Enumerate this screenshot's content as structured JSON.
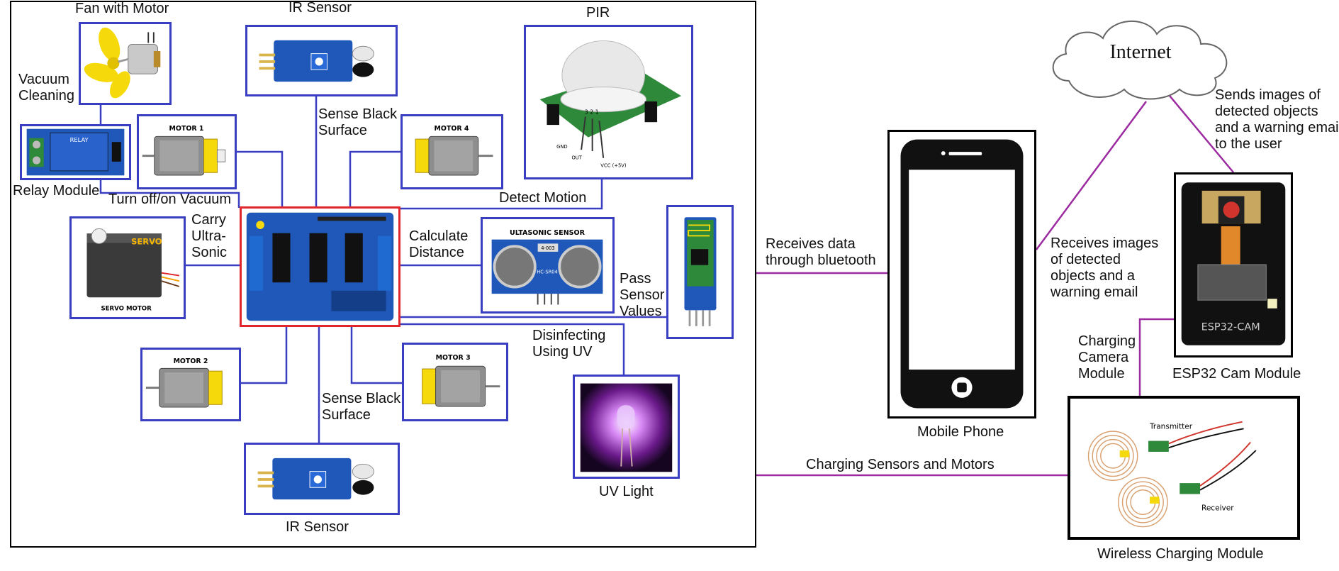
{
  "labels": {
    "fan_motor": "Fan with Motor",
    "vacuum_cleaning_1": "Vacuum",
    "vacuum_cleaning_2": "Cleaning",
    "relay_module": "Relay Module",
    "turn_vacuum": "Turn off/on Vacuum",
    "ir_top": "IR Sensor",
    "sense_black_top_1": "Sense Black",
    "sense_black_top_2": "Surface",
    "pir": "PIR",
    "detect_motion": "Detect Motion",
    "carry_1": "Carry",
    "carry_2": "Ultra-",
    "carry_3": "Sonic",
    "calc_1": "Calculate",
    "calc_2": "Distance",
    "pass_1": "Pass",
    "pass_2": "Sensor",
    "pass_3": "Values",
    "disinfect_1": "Disinfecting",
    "disinfect_2": "Using UV",
    "sense_black_bottom_1": "Sense Black",
    "sense_black_bottom_2": "Surface",
    "ir_bottom": "IR Sensor",
    "uv_light": "UV Light",
    "receives_bt_1": "Receives data",
    "receives_bt_2": "through bluetooth",
    "charging_sensors": "Charging Sensors and Motors",
    "mobile_phone": "Mobile Phone",
    "internet": "Internet",
    "sends_1": "Sends images of",
    "sends_2": "detected objects",
    "sends_3": "and a warning email",
    "sends_4": "to the user",
    "recv_img_1": "Receives images",
    "recv_img_2": "of detected",
    "recv_img_3": "objects and a",
    "recv_img_4": "warning email",
    "charging_cam_1": "Charging",
    "charging_cam_2": "Camera",
    "charging_cam_3": "Module",
    "esp32_module": "ESP32 Cam Module",
    "wireless_module": "Wireless Charging Module"
  },
  "component_text": {
    "relay_print": "RELAY",
    "motor1": "MOTOR 1",
    "motor2": "MOTOR 2",
    "motor3": "MOTOR 3",
    "motor4": "MOTOR 4",
    "servo_brand": "SERVO",
    "servo_caption": "SERVO MOTOR",
    "ultrasonic_title": "ULTASONIC SENSOR",
    "ultrasonic_chip": "HC-SR04",
    "ultrasonic_code": "4-003",
    "pir_gnd": "GND",
    "pir_out": "OUT",
    "pir_vcc": "VCC (+5V)",
    "pir_pins": "3 2 1",
    "esp_print": "ESP32-CAM",
    "transmitter": "Transmitter",
    "receiver": "Receiver"
  },
  "colors": {
    "blue_border": "#3a3fc2",
    "red_border": "#e0262c",
    "wire_blue": "#3a3fc2",
    "wire_purple": "#9c2aa0",
    "pcb_blue": "#1f58b8",
    "fan_yellow": "#f5d90a",
    "uv_purple": "#b04ae0"
  },
  "icons": [
    "fan-icon",
    "relay-icon",
    "motor-icon",
    "ir-sensor-icon",
    "pir-sensor-icon",
    "servo-icon",
    "motor-shield-icon",
    "ultrasonic-icon",
    "bluetooth-module-icon",
    "uv-led-icon",
    "smartphone-icon",
    "cloud-icon",
    "esp32-cam-icon",
    "wireless-coil-icon"
  ]
}
